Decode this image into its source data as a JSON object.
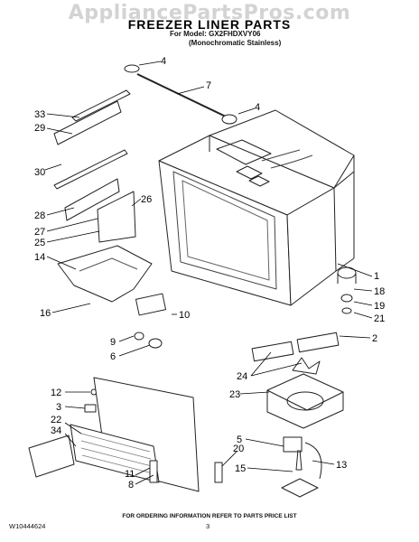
{
  "watermark": "AppliancePartsPros.com",
  "title": "FREEZER LINER PARTS",
  "model_line": "For Model: GX2FHDXVY06",
  "variant_line": "(Monochromatic Stainless)",
  "footer": "FOR ORDERING INFORMATION REFER TO PARTS PRICE LIST",
  "doc_number": "W10444624",
  "page_number": "3",
  "callouts": {
    "c4a": "4",
    "c7": "7",
    "c4b": "4",
    "c33": "33",
    "c29": "29",
    "c30": "30",
    "c26": "26",
    "c28": "28",
    "c27": "27",
    "c25": "25",
    "c14": "14",
    "c16": "16",
    "c10": "10",
    "c1": "1",
    "c18": "18",
    "c19": "19",
    "c21": "21",
    "c9": "9",
    "c6": "6",
    "c2": "2",
    "c24": "24",
    "c23": "23",
    "c12": "12",
    "c3": "3",
    "c22": "22",
    "c34": "34",
    "c5": "5",
    "c20": "20",
    "c11": "11",
    "c8": "8",
    "c13": "13",
    "c15": "15"
  }
}
